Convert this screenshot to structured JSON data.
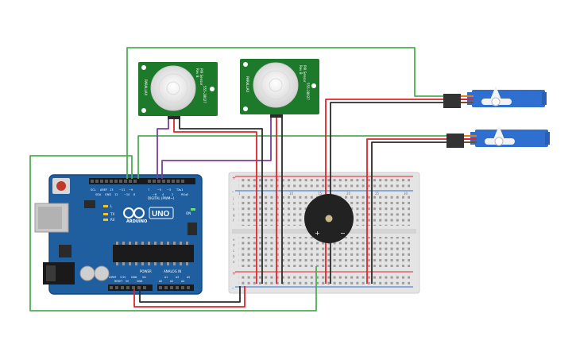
{
  "colors": {
    "board_blue": "#1f5fa0",
    "board_edge": "#164a80",
    "pir_green": "#1d7a2a",
    "dome": "#eeeeee",
    "breadboard": "#e4e4e4",
    "servo_blue": "#2f6fcf",
    "buzzer": "#222222",
    "wire_red": "#e0252a",
    "wire_black": "#2b2b2b",
    "wire_green": "#4caf50",
    "wire_purple": "#7a3f9d",
    "wire_orange": "#e07a20"
  },
  "arduino": {
    "logo_text": "ARDUINO",
    "model_text": "UNO",
    "on_label": "ON",
    "digital_label": "DIGITAL (PWM~)",
    "power_label": "POWER",
    "analog_label": "ANALOG IN",
    "tx_label": "TX",
    "rx_label": "RX",
    "l_label": "L",
    "power_pins": [
      "IOREF",
      "RESET",
      "3.3V",
      "5V",
      "GND",
      "GND",
      "Vin"
    ],
    "analog_pins": [
      "A0",
      "A1",
      "A2",
      "A3",
      "A4",
      "A5"
    ],
    "digital_pins_left": [
      "SCL",
      "SDA",
      "AREF",
      "GND",
      "13",
      "12",
      "~11",
      "~10",
      "~9",
      "8"
    ],
    "digital_pins_right": [
      "7",
      "~6",
      "~5",
      "4",
      "~3",
      "2",
      "TX▸1",
      "RX◂0"
    ]
  },
  "sensors": [
    {
      "name": "PIR Sensor",
      "rev": "Rev B",
      "code": "555-28027",
      "brand": "PARALLAX"
    },
    {
      "name": "PIR Sensor",
      "rev": "Rev B",
      "code": "555-28027",
      "brand": "PARALLAX"
    }
  ],
  "breadboard": {
    "column_numbers": [
      "1",
      "5",
      "10",
      "15",
      "20",
      "25",
      "30"
    ],
    "row_letters_top": [
      "j",
      "i",
      "h",
      "g",
      "f"
    ],
    "row_letters_bottom": [
      "e",
      "d",
      "c",
      "b",
      "a"
    ],
    "rail_plus": "+",
    "rail_minus": "-"
  },
  "buzzer": {
    "plus": "+",
    "minus": "−"
  }
}
